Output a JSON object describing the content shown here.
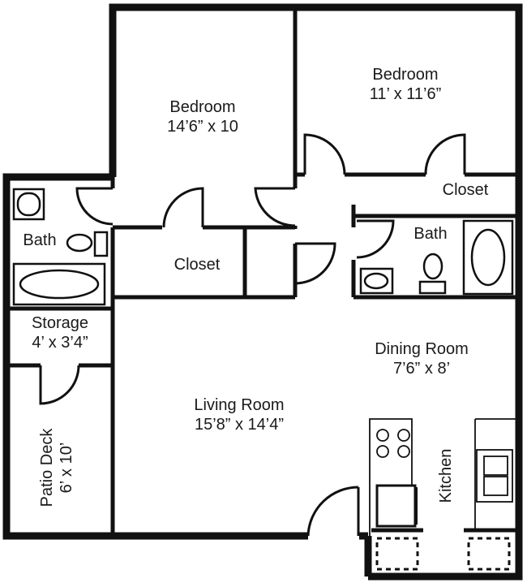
{
  "plan": {
    "ink": "#111111",
    "background": "#ffffff",
    "rooms": [
      {
        "id": "bedroom-1",
        "name": "Bedroom",
        "dims": "14’6” x 10"
      },
      {
        "id": "bedroom-2",
        "name": "Bedroom",
        "dims": "11’ x 11’6”"
      },
      {
        "id": "closet-1",
        "name": "Closet",
        "dims": ""
      },
      {
        "id": "closet-2",
        "name": "Closet",
        "dims": ""
      },
      {
        "id": "bath-1",
        "name": "Bath",
        "dims": ""
      },
      {
        "id": "bath-2",
        "name": "Bath",
        "dims": ""
      },
      {
        "id": "storage",
        "name": "Storage",
        "dims": "4’ x 3’4”"
      },
      {
        "id": "patio",
        "name": "Patio Deck",
        "dims": "6’ x 10’"
      },
      {
        "id": "living",
        "name": "Living Room",
        "dims": "15’8” x 14’4”"
      },
      {
        "id": "dining",
        "name": "Dining Room",
        "dims": "7’6” x 8’"
      },
      {
        "id": "kitchen",
        "name": "Kitchen",
        "dims": ""
      }
    ]
  }
}
